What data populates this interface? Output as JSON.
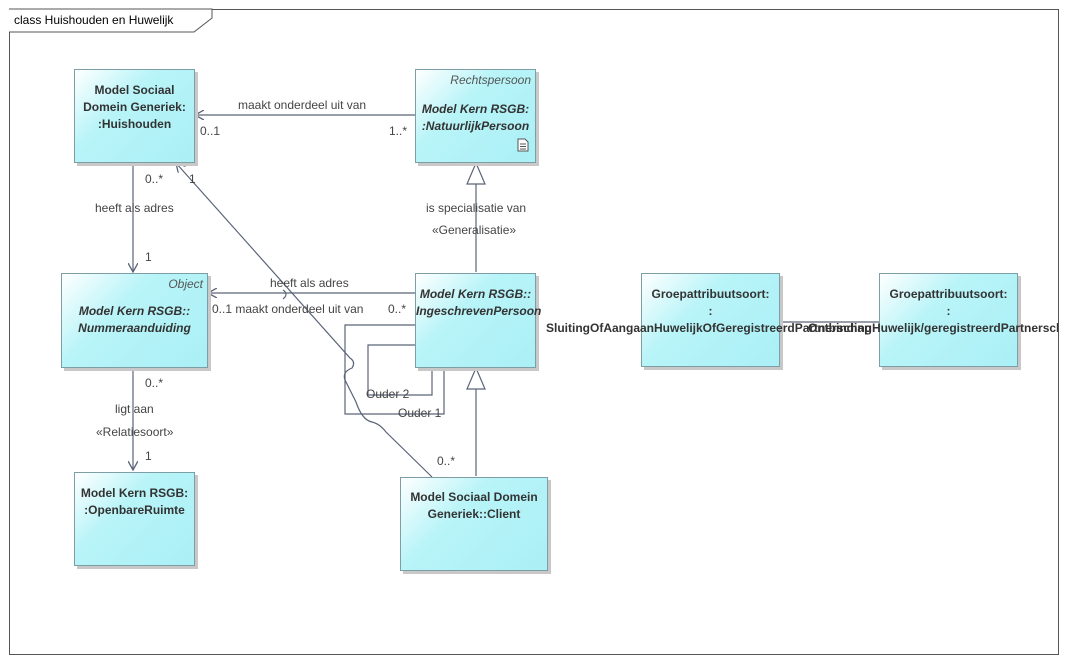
{
  "frame": {
    "title": "class Huishouden en Huwelijk"
  },
  "classes": {
    "huishouden": {
      "stereotype": "",
      "name": "Model Sociaal\nDomein Generiek:\n:Huishouden"
    },
    "natuurlijk_persoon": {
      "stereotype": "Rechtspersoon",
      "name": "Model Kern RSGB:\n:NatuurlijkPersoon"
    },
    "nummeraanduiding": {
      "stereotype": "Object",
      "name": "Model Kern RSGB::\nNummeraanduiding"
    },
    "ingeschreven_persoon": {
      "stereotype": "",
      "name": "Model Kern RSGB::\nIngeschrevenPersoon"
    },
    "openbare_ruimte": {
      "stereotype": "",
      "name": "Model Kern RSGB:\n:OpenbareRuimte"
    },
    "client": {
      "stereotype": "",
      "name": "Model Sociaal Domein\nGeneriek::Client"
    },
    "groep_sluiting": {
      "line1": "Groepattribuutsoort:",
      "line2": ":",
      "overflow": "SluitingOfAangaanHuwelijkOfGeregistreerdPartnerschap"
    },
    "groep_ontbinding": {
      "line1": "Groepattribuutsoort:",
      "line2": ":",
      "overflow": "OntbindingHuwelijk/geregistreerdPartnerschap"
    }
  },
  "labels": {
    "maakt_onderdeel_top": "maakt onderdeel uit van",
    "mult_top_left": "0..1",
    "mult_top_right": "1..*",
    "mult_huis_bottom": "0..*",
    "heeft_als_adres_left": "heeft als adres",
    "mult_nummer_top": "1",
    "mult_huis_diag": "1",
    "is_specialisatie": "is specialisatie van",
    "generalisatie": "«Generalisatie»",
    "heeft_als_adres_mid": "heeft als adres",
    "maakt_onderdeel_mid": "0..1 maakt onderdeel uit van",
    "mult_mid_right": "0..*",
    "mult_nummer_bottom": "0..*",
    "ligt_aan": "ligt aan",
    "relatiesoort": "«Relatiesoort»",
    "mult_openbare": "1",
    "ouder2": "Ouder 2",
    "ouder1": "Ouder 1",
    "mult_client": "0..*"
  },
  "colors": {
    "class_fill": "#aaf0f6",
    "line": "#5a6478"
  },
  "icons": {
    "document": "document-icon"
  }
}
